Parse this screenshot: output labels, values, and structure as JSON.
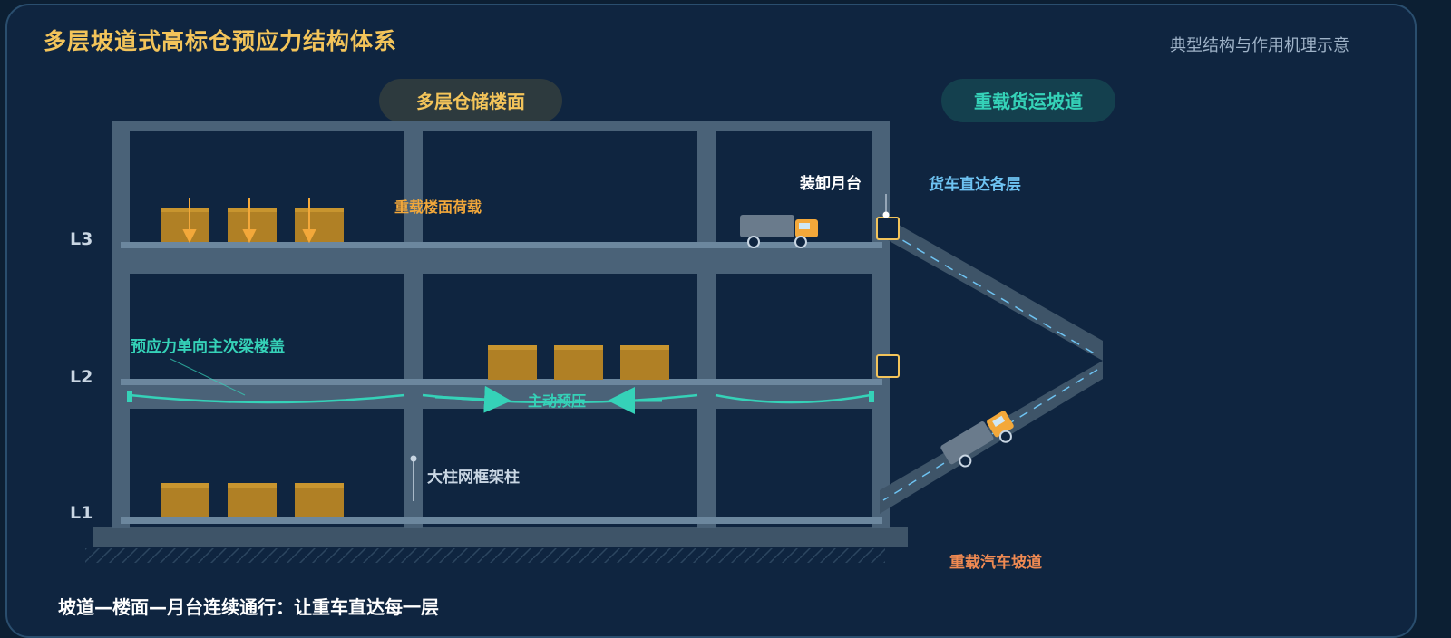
{
  "title": "多层坡道式高标仓预应力结构体系",
  "subtitle": "典型结构与作用机理示意",
  "badges": {
    "floor": "多层仓储楼面",
    "ramp": "重载货运坡道"
  },
  "labels": {
    "dock": "装卸月台",
    "truck_direct": "货车直达各层",
    "heavy_load": "重载楼面荷载",
    "prestress_beam": "预应力单向主次梁楼盖",
    "active_prestress": "主动预压",
    "column": "大柱网框架柱",
    "ramp": "重载汽车坡道"
  },
  "levels": [
    "L3",
    "L2",
    "L1"
  ],
  "footer": "坡道—楼面—月台连续通行：让重车直达每一层",
  "colors": {
    "frame": "#4a6278",
    "frame_dark": "#3e5468",
    "cargo": "#b08025",
    "accent_yellow": "#f3c45a",
    "accent_teal": "#35d2b8",
    "accent_orange": "#f08a52",
    "accent_blue": "#6ec3f2"
  }
}
